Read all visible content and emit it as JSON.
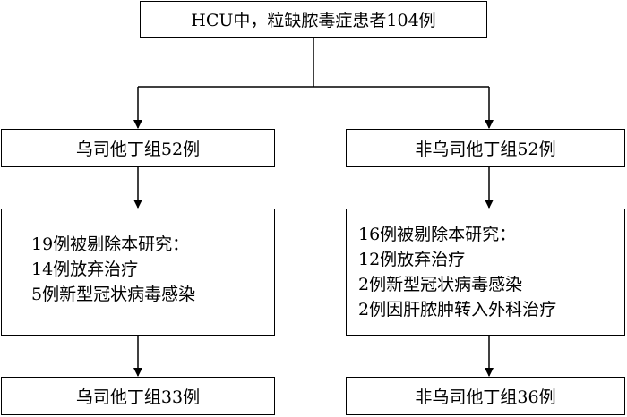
{
  "top_box": {
    "text": "HCU中，粒缺脓毒症患者104例"
  },
  "left_group_box": {
    "text": "乌司他丁组52例"
  },
  "right_group_box": {
    "text": "非乌司他丁组52例"
  },
  "left_exclusion_box": {
    "lines": [
      "19例被剔除本研究：",
      "14例放弃治疗",
      "5例新型冠状病毒感染"
    ]
  },
  "right_exclusion_box": {
    "lines": [
      "16例被剔除本研究：",
      "12例放弃治疗",
      "2例新型冠状病毒感染",
      "2例因肝脓肿转入外科治疗"
    ]
  },
  "left_final_box": {
    "text": "乌司他丁组33例"
  },
  "right_final_box": {
    "text": "非乌司他丁组36例"
  }
}
